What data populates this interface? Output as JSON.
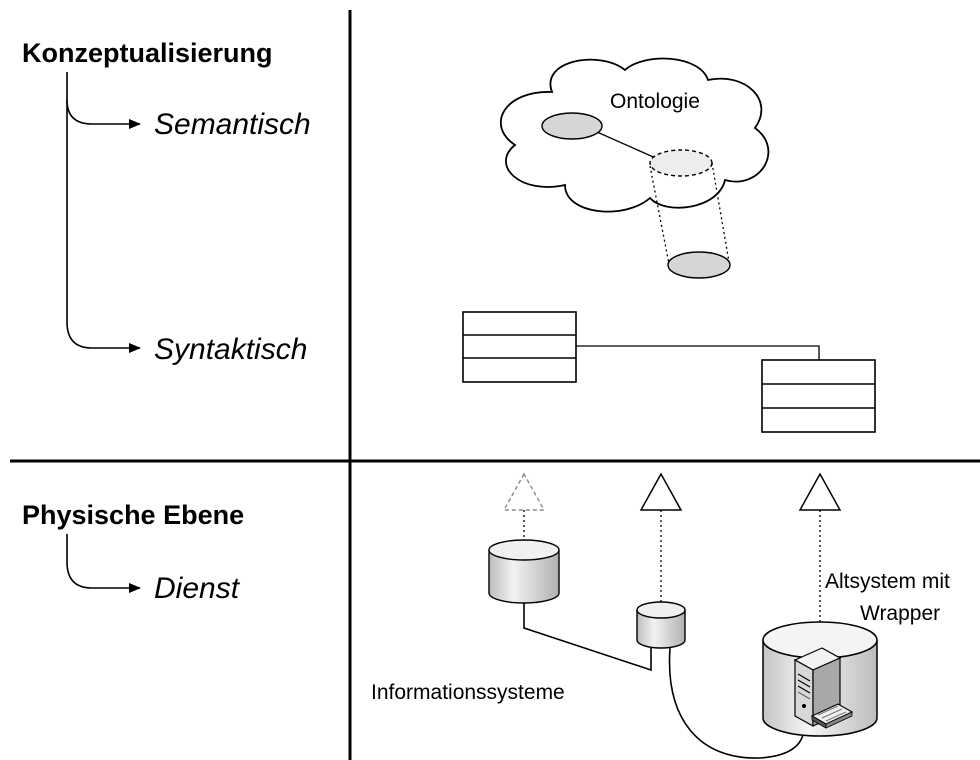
{
  "left": {
    "headings": {
      "conceptualization": "Konzeptualisierung",
      "physical": "Physische Ebene"
    },
    "levels": {
      "semantic": "Semantisch",
      "syntactic": "Syntaktisch",
      "service": "Dienst"
    }
  },
  "right": {
    "ontology_label": "Ontologie",
    "information_systems_label": "Informationssysteme",
    "legacy_label_line1": "Altsystem mit",
    "legacy_label_line2": "Wrapper"
  },
  "colors": {
    "ellipse_fill": "#d6d6d6",
    "cylinder_fill": "#d4d4d4",
    "line": "#000000",
    "dashed_outline": "#888888"
  }
}
